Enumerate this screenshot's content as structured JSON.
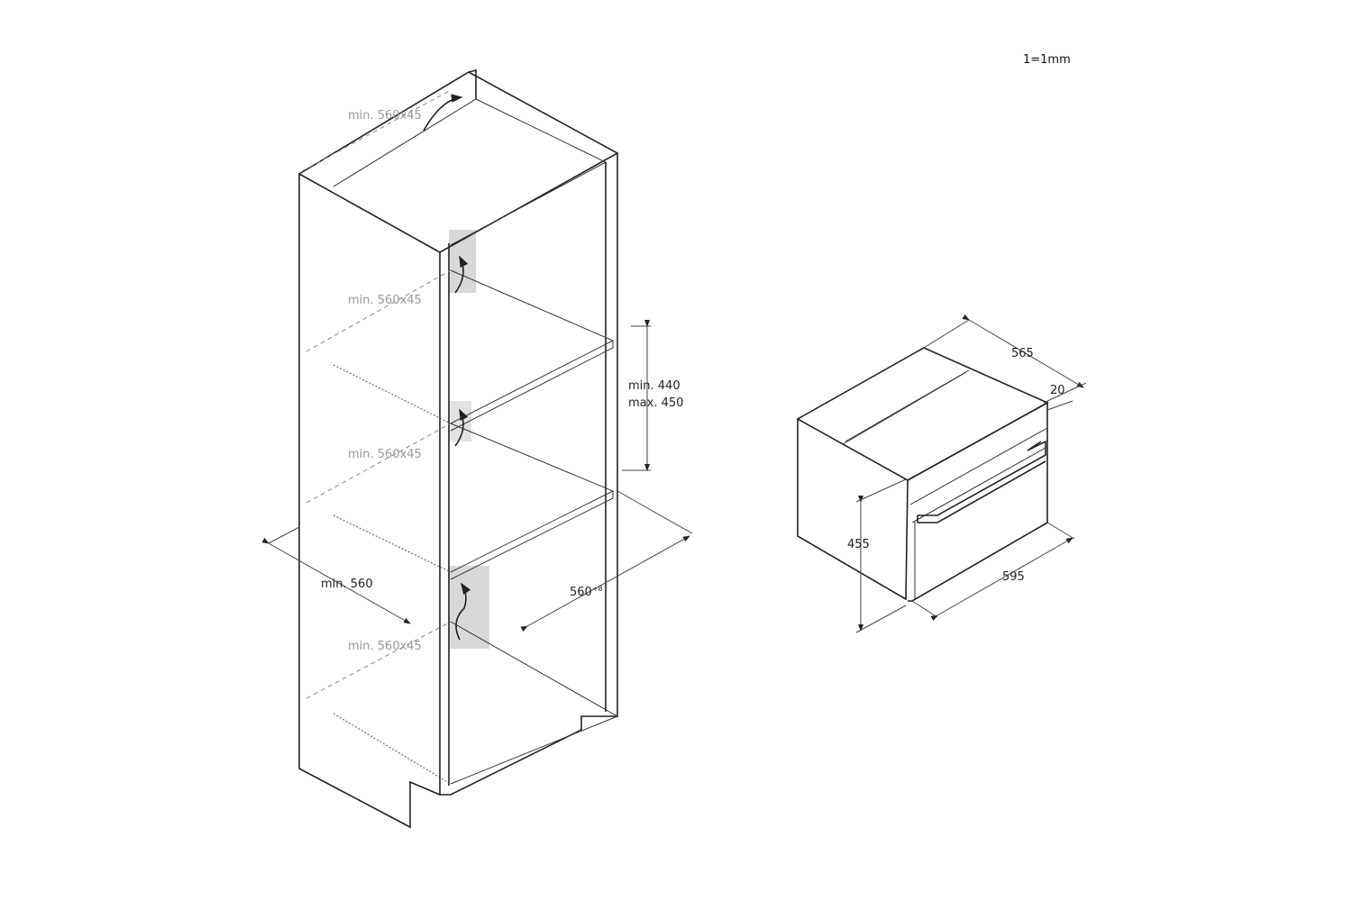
{
  "scale_note": "1=1mm",
  "cabinet": {
    "vent_labels": [
      "min. 560x45",
      "min. 560x45",
      "min. 560x45",
      "min. 560x45"
    ],
    "width_label": "min. 560",
    "niche_width": "560",
    "niche_width_tolerance": "+8",
    "niche_height_min": "min. 440",
    "niche_height_max": "max. 450"
  },
  "oven": {
    "depth": "565",
    "front_depth": "20",
    "height": "455",
    "width": "595"
  },
  "colors": {
    "line": "#222222",
    "vent_shade": "#d8d8d8",
    "grey_text": "#999999"
  }
}
